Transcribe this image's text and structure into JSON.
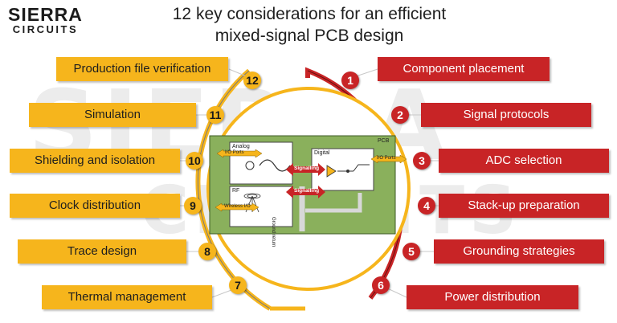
{
  "brand": {
    "line1": "SIERRA",
    "line2": "CIRCUITS"
  },
  "watermark": {
    "line1": "SIERRA",
    "line2": "CIRCUITS"
  },
  "title": {
    "line1": "12 key considerations for an efficient",
    "line2": "mixed-signal PCB design"
  },
  "left_items": [
    {
      "number": "12",
      "label": "Production file verification"
    },
    {
      "number": "11",
      "label": "Simulation"
    },
    {
      "number": "10",
      "label": "Shielding and isolation"
    },
    {
      "number": "9",
      "label": "Clock distribution"
    },
    {
      "number": "8",
      "label": "Trace design"
    },
    {
      "number": "7",
      "label": "Thermal management"
    }
  ],
  "right_items": [
    {
      "number": "1",
      "label": "Component placement"
    },
    {
      "number": "2",
      "label": "Signal protocols"
    },
    {
      "number": "3",
      "label": "ADC selection"
    },
    {
      "number": "4",
      "label": "Stack-up preparation"
    },
    {
      "number": "5",
      "label": "Grounding strategies"
    },
    {
      "number": "6",
      "label": "Power distribution"
    }
  ],
  "pcb": {
    "board": "PCB",
    "analog": "Analog",
    "digital": "Digital",
    "rf": "RF",
    "io_left": "I/O Ports",
    "io_right": "I/O Ports",
    "signalling_top": "Signalling",
    "signalling_bottom": "Signalling",
    "wireless": "Wireless I/O",
    "ground_return": "Ground return"
  },
  "colors": {
    "accent_yellow": "#f6b51c",
    "accent_red": "#c82426",
    "pcb_green": "#8ab05c"
  }
}
